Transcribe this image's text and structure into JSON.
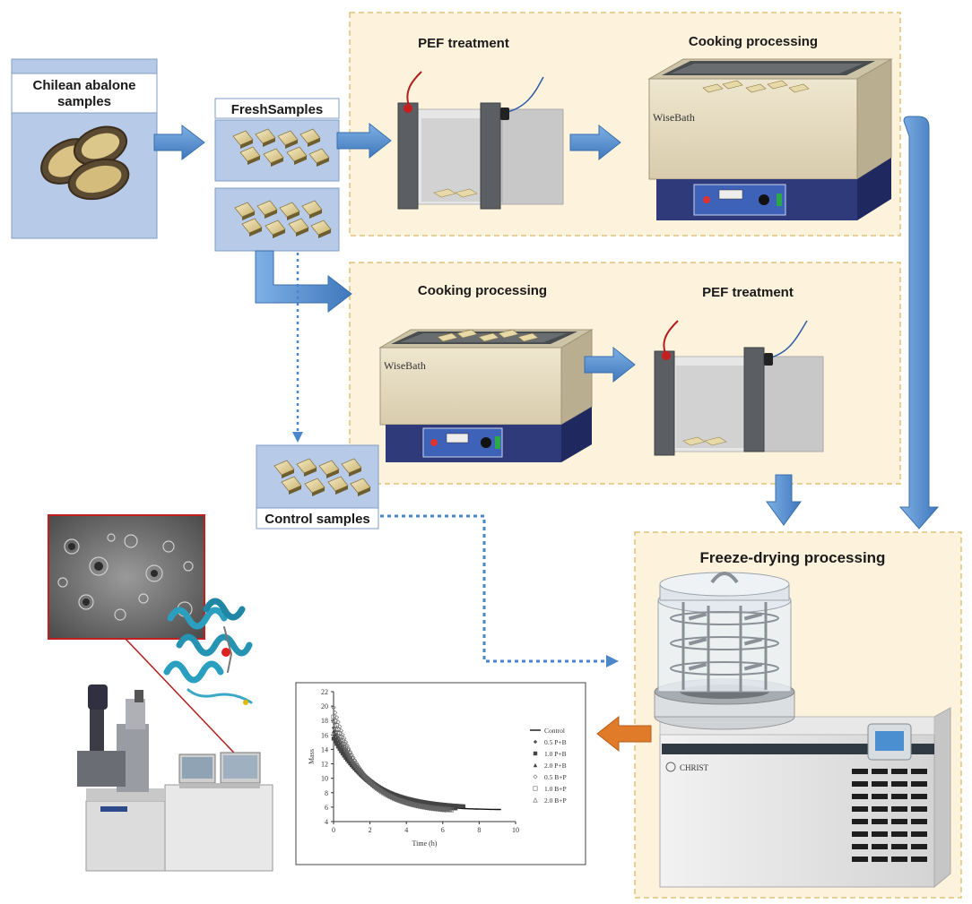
{
  "labels": {
    "abalone_box": "Chilean abalone samples",
    "abalone_line1": "Chilean abalone",
    "abalone_line2": "samples",
    "fresh": "FreshSamples",
    "control": "Control samples",
    "top_pef": "PEF treatment",
    "top_cook": "Cooking processing",
    "mid_cook": "Cooking processing",
    "mid_pef": "PEF treatment",
    "freeze": "Freeze-drying processing",
    "wisebath_top": "WiseBath",
    "wisebath_mid": "WiseBath",
    "freeze_dryer_brand": "CHRIST"
  },
  "chart_data": {
    "type": "scatter",
    "xlabel": "Time (h)",
    "ylabel": "Mass",
    "xlim": [
      0,
      10
    ],
    "ylim": [
      4,
      22
    ],
    "x_ticks": [
      "0",
      "2",
      "4",
      "6",
      "8",
      "10"
    ],
    "y_ticks": [
      "4",
      "6",
      "8",
      "10",
      "12",
      "14",
      "16",
      "18",
      "20",
      "22"
    ],
    "legend_position": "right",
    "series": [
      {
        "name": "Control",
        "marker": "line"
      },
      {
        "name": "0.5 P+B",
        "marker": "diamond"
      },
      {
        "name": "1.0 P+B",
        "marker": "square-filled"
      },
      {
        "name": "2.0 P+B",
        "marker": "triangle-filled"
      },
      {
        "name": "0.5 B+P",
        "marker": "diamond-open"
      },
      {
        "name": "1.0 B+P",
        "marker": "square-open"
      },
      {
        "name": "2.0 B+P",
        "marker": "triangle-open"
      }
    ],
    "curves": [
      {
        "y0": 16.0,
        "yinf": 5.6,
        "k": 0.55,
        "xmax": 9.2
      },
      {
        "y0": 17.0,
        "yinf": 5.7,
        "k": 0.5,
        "xmax": 7.0
      },
      {
        "y0": 15.5,
        "yinf": 5.8,
        "k": 0.48,
        "xmax": 7.2
      },
      {
        "y0": 16.5,
        "yinf": 5.5,
        "k": 0.52,
        "xmax": 6.8
      },
      {
        "y0": 19.8,
        "yinf": 5.2,
        "k": 0.6,
        "xmax": 6.2
      },
      {
        "y0": 18.5,
        "yinf": 5.3,
        "k": 0.58,
        "xmax": 6.5
      },
      {
        "y0": 18.0,
        "yinf": 5.4,
        "k": 0.56,
        "xmax": 6.4
      }
    ]
  },
  "colors": {
    "arrow_blue": "#4a86c8",
    "panel_fill": "#fdf3dc",
    "panel_border": "#e2c27a",
    "box_blue": "#b7cbe8",
    "orange_arrow": "#e07b2a"
  }
}
